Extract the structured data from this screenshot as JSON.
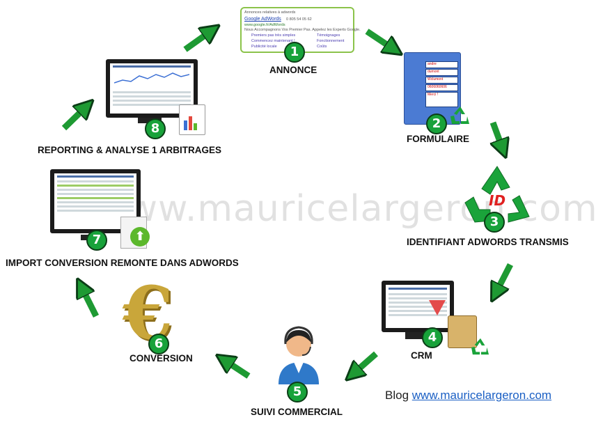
{
  "steps": [
    {
      "number": "1",
      "label": "ANNONCE"
    },
    {
      "number": "2",
      "label": "FORMULAIRE"
    },
    {
      "number": "3",
      "label": "IDENTIFIANT ADWORDS TRANSMIS"
    },
    {
      "number": "4",
      "label": "CRM"
    },
    {
      "number": "5",
      "label": "SUIVI COMMERCIAL"
    },
    {
      "number": "6",
      "label": "CONVERSION"
    },
    {
      "number": "7",
      "label": "IMPORT CONVERSION REMONTE DANS ADWORDS"
    },
    {
      "number": "8",
      "label": "REPORTING & ANALYSE 1 ARBITRAGES"
    }
  ],
  "watermark": "www.mauricelargeron.com",
  "blog": {
    "prefix": "Blog",
    "link": "www.mauricelargeron.com"
  },
  "ad": {
    "header": "Annonces relatives à adwords",
    "title": "Google AdWords",
    "phone": "0 805 54 05 62",
    "url": "www.google.fr/AdWords",
    "desc": "Nous Accompagnons Vos Premier Pas. Appelez les Experts Google.",
    "links": [
      "Premiers pas très simples",
      "Témoignages",
      "Commencez maintenant !",
      "Fonctionnement",
      "Publicité locale",
      "Coûts"
    ]
  },
  "form": {
    "values": [
      "andre",
      "dumont",
      "Wclumont",
      "0606060606",
      "Merci !"
    ]
  },
  "recycle_badge": "ID",
  "colors": {
    "badge": "#18a23a",
    "arrow": "#1e9a33",
    "recycle": "#1aa33a",
    "link": "#1a5fc4",
    "euro": "#c9a63a"
  }
}
